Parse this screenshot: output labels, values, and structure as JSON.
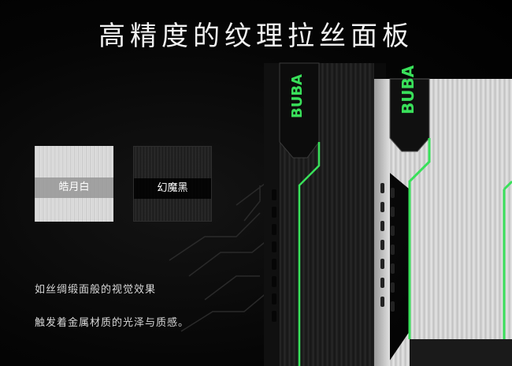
{
  "title": "高精度的纹理拉丝面板",
  "swatches": [
    {
      "label": "皓月白"
    },
    {
      "label": "幻魔黑"
    }
  ],
  "description": {
    "line1": "如丝绸缎面般的视觉效果",
    "line2": "触发着金属材质的光泽与质感。"
  },
  "brand_mark": "BUBA",
  "colors": {
    "accent_green": "#39e05a",
    "background": "#000000",
    "silver": "#d6d6d6",
    "dark": "#1c1c1c"
  }
}
